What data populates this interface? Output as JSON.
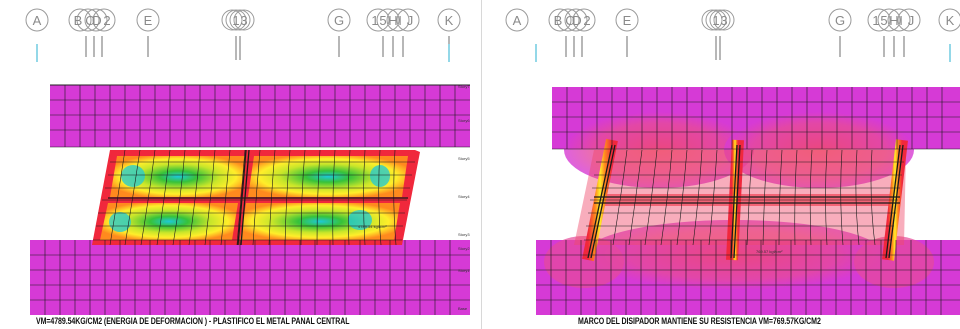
{
  "panels": [
    {
      "grid_labels": [
        "A",
        "B",
        "C",
        "D",
        "2",
        "E",
        "1",
        "3",
        "G",
        "1",
        "5",
        "H",
        "I",
        "J",
        "K"
      ],
      "annotation": "4789.54 kgf/cm²",
      "caption": "VM=4789.54KG/CM2  (ENERGIA DE DEFORMACION )  - PLASTIFICO EL METAL PANAL CENTRAL"
    },
    {
      "grid_labels": [
        "A",
        "B",
        "C",
        "D",
        "2",
        "E",
        "1",
        "3",
        "G",
        "1",
        "5",
        "H",
        "I",
        "J",
        "K"
      ],
      "annotation": "769.57 kgf/cm²",
      "caption": "MARCO DEL DISIPADOR MANTIENE SU RESISTENCIA  VM=769.57KG/CM2"
    }
  ],
  "colors": {
    "magenta": "#d63ad6",
    "red": "#f0283c",
    "orange": "#ff8a1e",
    "yellow": "#ffee2a",
    "green": "#37c23a",
    "cyan": "#1ec8d8",
    "mesh": "#1a1a1a",
    "grid_bubble": "#9a9a9a",
    "cyan_tick": "#2ab0d0"
  },
  "story_labels": [
    "Story7",
    "Story6",
    "Story5",
    "Story4",
    "Story3",
    "Story2",
    "Story1",
    "Base"
  ]
}
